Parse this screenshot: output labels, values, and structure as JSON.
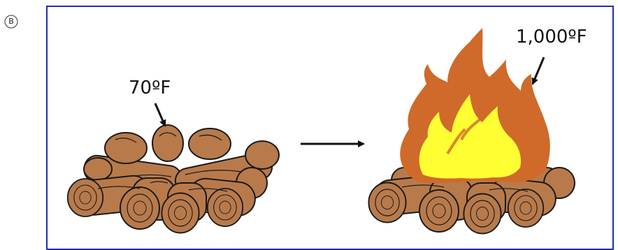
{
  "option_label": "B",
  "cold_fire": {
    "temperature_label": "70ºF"
  },
  "hot_fire": {
    "temperature_label": "1,000ºF"
  },
  "colors": {
    "frame_border": "#1f2fa8",
    "wood": "#b87a4b",
    "wood_outline": "#1a1a1a",
    "flame_outer": "#cf6a2a",
    "flame_inner": "#ffff33"
  },
  "icons": [
    "pointer-arrow-icon",
    "transition-arrow-icon"
  ]
}
